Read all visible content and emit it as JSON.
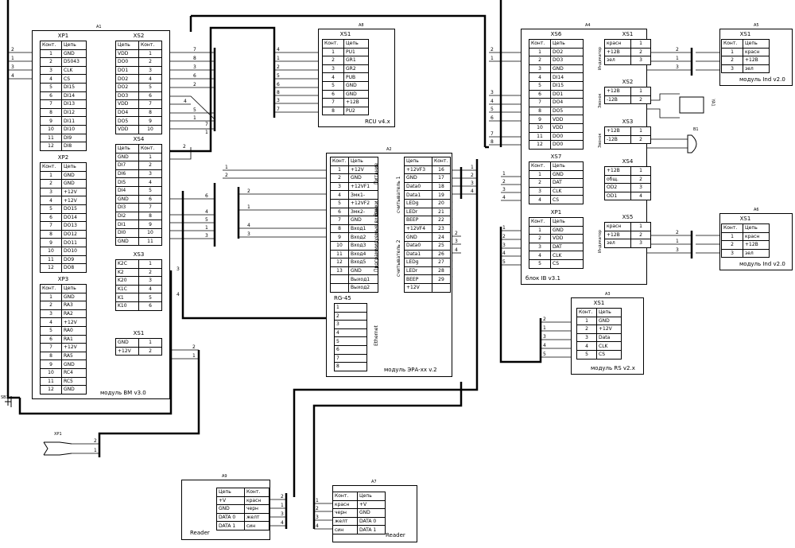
{
  "modules": {
    "A1": {
      "tag": "A1",
      "name": "модуль BM v3.0",
      "XP1": {
        "title": "XP1",
        "h1": "Конт.",
        "h2": "Цепь",
        "rows": [
          [
            "1",
            "GND"
          ],
          [
            "2",
            "D5043"
          ],
          [
            "3",
            "CLK"
          ],
          [
            "4",
            "CS"
          ],
          [
            "5",
            "DI15"
          ],
          [
            "6",
            "DI14"
          ],
          [
            "7",
            "DI13"
          ],
          [
            "8",
            "DI12"
          ],
          [
            "9",
            "DI11"
          ],
          [
            "10",
            "DI10"
          ],
          [
            "11",
            "DI9"
          ],
          [
            "12",
            "DI8"
          ]
        ]
      },
      "XP2": {
        "title": "XP2",
        "h1": "Конт.",
        "h2": "Цепь",
        "rows": [
          [
            "1",
            "GND"
          ],
          [
            "2",
            "GND"
          ],
          [
            "3",
            "+12V"
          ],
          [
            "4",
            "+12V"
          ],
          [
            "5",
            "DO15"
          ],
          [
            "6",
            "DO14"
          ],
          [
            "7",
            "DO13"
          ],
          [
            "8",
            "DO12"
          ],
          [
            "9",
            "DO11"
          ],
          [
            "10",
            "DO10"
          ],
          [
            "11",
            "DO9"
          ],
          [
            "12",
            "DO8"
          ]
        ]
      },
      "XP3": {
        "title": "XP3",
        "h1": "Конт.",
        "h2": "Цепь",
        "rows": [
          [
            "1",
            "GND"
          ],
          [
            "2",
            "RA3"
          ],
          [
            "3",
            "RA2"
          ],
          [
            "4",
            "+12V"
          ],
          [
            "5",
            "RA0"
          ],
          [
            "6",
            "RA1"
          ],
          [
            "7",
            "+12V"
          ],
          [
            "8",
            "RA5"
          ],
          [
            "9",
            "GND"
          ],
          [
            "10",
            "RC4"
          ],
          [
            "11",
            "RC5"
          ],
          [
            "12",
            "GND"
          ]
        ]
      },
      "XS2": {
        "title": "XS2",
        "h1": "Цепь",
        "h2": "Конт.",
        "rows": [
          [
            "VDD",
            "1"
          ],
          [
            "DO0",
            "2"
          ],
          [
            "DO1",
            "3"
          ],
          [
            "DO2",
            "4"
          ],
          [
            "DO2",
            "5"
          ],
          [
            "DO3",
            "6"
          ],
          [
            "VDD",
            "7"
          ],
          [
            "DO4",
            "8"
          ],
          [
            "DO5",
            "9"
          ],
          [
            "VDD",
            "10"
          ]
        ]
      },
      "XS4": {
        "title": "XS4",
        "h1": "Цепь",
        "h2": "Конт.",
        "rows": [
          [
            "GND",
            "1"
          ],
          [
            "DI7",
            "2"
          ],
          [
            "DI6",
            "3"
          ],
          [
            "DI5",
            "4"
          ],
          [
            "DI4",
            "5"
          ],
          [
            "GND",
            "6"
          ],
          [
            "DI3",
            "7"
          ],
          [
            "DI2",
            "8"
          ],
          [
            "DI1",
            "9"
          ],
          [
            "DI0",
            "10"
          ],
          [
            "GND",
            "11"
          ]
        ]
      },
      "XS3": {
        "title": "XS3",
        "rows": [
          [
            "K2C",
            "1"
          ],
          [
            "K2",
            "2"
          ],
          [
            "K20",
            "3"
          ],
          [
            "K1C",
            "4"
          ],
          [
            "K1",
            "5"
          ],
          [
            "K10",
            "6"
          ]
        ]
      },
      "XS1": {
        "title": "XS1",
        "rows": [
          [
            "GND",
            "1"
          ],
          [
            "+12V",
            "2"
          ]
        ]
      }
    },
    "A8": {
      "tag": "A8",
      "name": "RCU v4.x",
      "XS1": {
        "title": "XS1",
        "h1": "Конт.",
        "h2": "Цепь",
        "rows": [
          [
            "1",
            "PU1"
          ],
          [
            "2",
            "GR1"
          ],
          [
            "3",
            "GR2"
          ],
          [
            "4",
            "PUB"
          ],
          [
            "5",
            "GND"
          ],
          [
            "6",
            "GND"
          ],
          [
            "7",
            "+12B"
          ],
          [
            "8",
            "PU2"
          ]
        ]
      }
    },
    "A2": {
      "tag": "A2",
      "name": "модуль ЭРА-хх v.2",
      "L": {
        "h1": "Конт.",
        "h2": "Цепь",
        "rows": [
          [
            "1",
            "+12V"
          ],
          [
            "2",
            "GND"
          ],
          [
            "3",
            "+12VF1"
          ],
          [
            "4",
            "Змк1-"
          ],
          [
            "5",
            "+12VF2"
          ],
          [
            "6",
            "Змк2-"
          ],
          [
            "7",
            "GND"
          ],
          [
            "8",
            "Вход1"
          ],
          [
            "9",
            "Вход2"
          ],
          [
            "10",
            "Вход3"
          ],
          [
            "11",
            "Вход4"
          ],
          [
            "12",
            "Вход5"
          ],
          [
            "13",
            "GND"
          ],
          [
            "",
            "Выход1"
          ],
          [
            "",
            "Выход2"
          ]
        ]
      },
      "R": {
        "h1": "Цепь",
        "h2": "Конт.",
        "rows": [
          [
            "+12VF3",
            "16"
          ],
          [
            "GND",
            "17"
          ],
          [
            "Data0",
            "18"
          ],
          [
            "Data1",
            "19"
          ],
          [
            "LEDg",
            "20"
          ],
          [
            "LEDr",
            "21"
          ],
          [
            "BEEP",
            "22"
          ],
          [
            "+12VF4",
            "23"
          ],
          [
            "GND",
            "24"
          ],
          [
            "Data0",
            "25"
          ],
          [
            "Data1",
            "26"
          ],
          [
            "LEDg",
            "27"
          ],
          [
            "LEDr",
            "28"
          ],
          [
            "BEEP",
            "29"
          ],
          [
            "+12V",
            ""
          ]
        ]
      },
      "side1": "Питание",
      "side2": "Замки",
      "side3": "Программируемые входы",
      "side4": "считыватель 1",
      "side5": "считыватель 2",
      "RJ": {
        "title": "RG-45",
        "rows": [
          "1",
          "2",
          "3",
          "4",
          "5",
          "6",
          "7",
          "8"
        ],
        "label": "Ethernet"
      }
    },
    "A4": {
      "tag": "A4",
      "name": "блок IB v3.1",
      "XS6": {
        "title": "XS6",
        "h1": "Конт.",
        "h2": "Цепь",
        "rows": [
          [
            "1",
            "DO2"
          ],
          [
            "2",
            "DO3"
          ],
          [
            "3",
            "GND"
          ],
          [
            "4",
            "DI14"
          ],
          [
            "5",
            "DI15"
          ],
          [
            "6",
            "DO1"
          ],
          [
            "7",
            "DO4"
          ],
          [
            "8",
            "DO5"
          ],
          [
            "9",
            "VDD"
          ],
          [
            "10",
            "VDD"
          ],
          [
            "11",
            "DO0"
          ],
          [
            "12",
            "DO0"
          ]
        ]
      },
      "XS7": {
        "title": "XS7",
        "h1": "Конт.",
        "h2": "Цепь",
        "rows": [
          [
            "1",
            "GND"
          ],
          [
            "2",
            "DAT"
          ],
          [
            "3",
            "CLK"
          ],
          [
            "4",
            "CS"
          ]
        ]
      },
      "XP1": {
        "title": "XP1",
        "h1": "Конт.",
        "h2": "Цепь",
        "rows": [
          [
            "1",
            "GND"
          ],
          [
            "2",
            "VDD"
          ],
          [
            "3",
            "DAT"
          ],
          [
            "4",
            "CLK"
          ],
          [
            "5",
            "CS"
          ]
        ]
      },
      "XS1": {
        "title": "XS1",
        "side": "Индикатор",
        "rows": [
          [
            "красн",
            "1"
          ],
          [
            "+12B",
            "2"
          ],
          [
            "зел",
            "3"
          ]
        ]
      },
      "XS2": {
        "title": "XS2",
        "side": "Звонок",
        "rows": [
          [
            "+12B",
            "1"
          ],
          [
            "-12B",
            "2"
          ]
        ]
      },
      "XS3": {
        "title": "XS3",
        "side": "Звонок",
        "rows": [
          [
            "+12B",
            "1"
          ],
          [
            "-12B",
            "2"
          ]
        ]
      },
      "XS4": {
        "title": "XS4",
        "rows": [
          [
            "+12B",
            "1"
          ],
          [
            "общ.",
            "2"
          ],
          [
            "OD2",
            "3"
          ],
          [
            "OD1",
            "4"
          ]
        ]
      },
      "XS5": {
        "title": "XS5",
        "side": "Индикатор",
        "rows": [
          [
            "красн",
            "1"
          ],
          [
            "+12B",
            "2"
          ],
          [
            "зел",
            "3"
          ]
        ]
      }
    },
    "A5": {
      "tag": "A5",
      "name": "модуль Ind v2.0",
      "XS1": {
        "title": "XS1",
        "h1": "Конт.",
        "h2": "Цепь",
        "rows": [
          [
            "1",
            "красн"
          ],
          [
            "2",
            "+12B"
          ],
          [
            "3",
            "зел"
          ]
        ]
      }
    },
    "A6": {
      "tag": "A6",
      "name": "модуль Ind v2.0",
      "XS1": {
        "title": "XS1",
        "h1": "Конт.",
        "h2": "Цепь",
        "rows": [
          [
            "1",
            "красн"
          ],
          [
            "2",
            "+12B"
          ],
          [
            "3",
            "зел"
          ]
        ]
      }
    },
    "A3": {
      "tag": "A3",
      "name": "модуль RS v2.x",
      "XS1": {
        "title": "XS1",
        "h1": "Конт.",
        "h2": "Цепь",
        "rows": [
          [
            "1",
            "GND"
          ],
          [
            "2",
            "+12V"
          ],
          [
            "3",
            "Data"
          ],
          [
            "4",
            "CLK"
          ],
          [
            "5",
            "CS"
          ]
        ]
      }
    },
    "A9": {
      "tag": "A9",
      "name": "Reader",
      "T": {
        "h1": "Цепь",
        "h2": "Конт.",
        "rows": [
          [
            "+V",
            "красн"
          ],
          [
            "GND",
            "черн"
          ],
          [
            "DATA 0",
            "желт"
          ],
          [
            "DATA 1",
            "син"
          ]
        ]
      }
    },
    "A7": {
      "tag": "A7",
      "name": "Reader",
      "T": {
        "h1": "Конт.",
        "h2": "Цепь",
        "rows": [
          [
            "красн",
            "+V"
          ],
          [
            "черн",
            "GND"
          ],
          [
            "желт",
            "DATA 0"
          ],
          [
            "син",
            "DATA 1"
          ]
        ]
      }
    }
  },
  "labels": {
    "ya1": "YA1",
    "b1": "B1",
    "sb1": "SB1",
    "xp1": "XP1"
  }
}
